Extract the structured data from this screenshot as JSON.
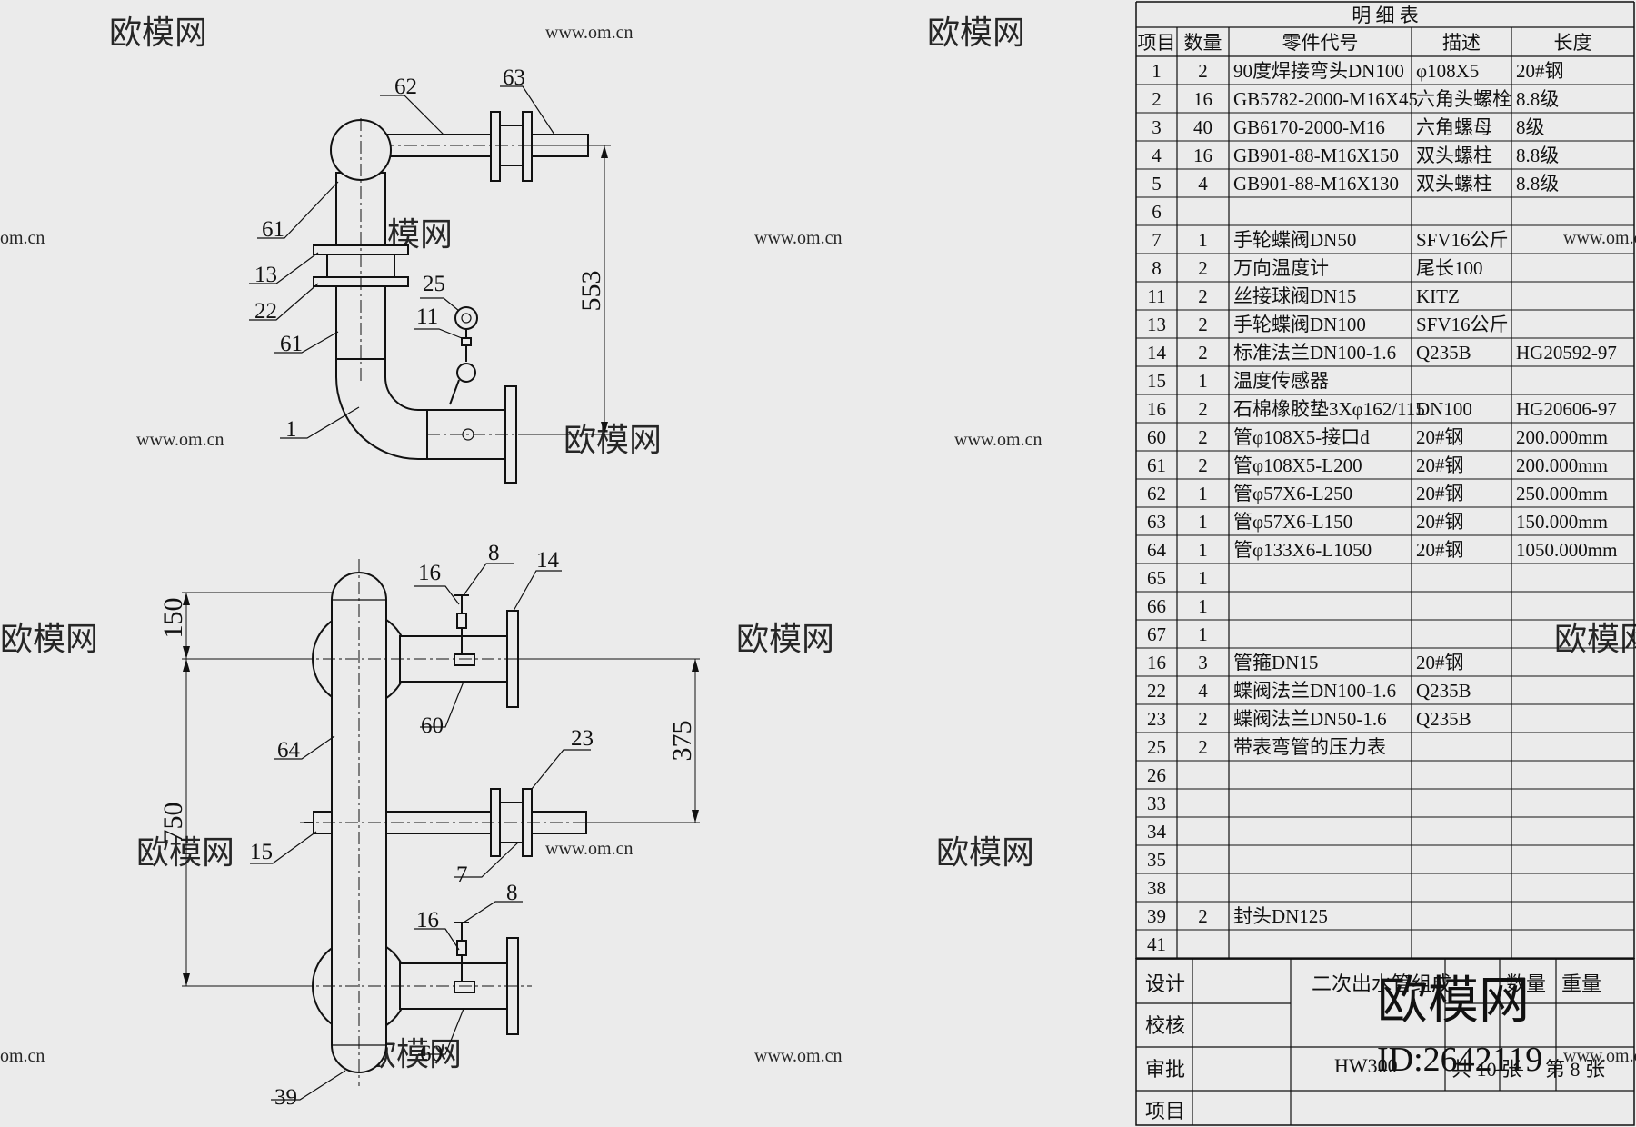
{
  "watermark": {
    "brand": "欧模网",
    "site": "www.om.cn",
    "site_short": "om.cn",
    "id": "ID:2642119"
  },
  "table": {
    "title": "明  细  表",
    "headers": [
      "项目",
      "数量",
      "零件代号",
      "描述",
      "长度"
    ],
    "rows": [
      [
        "1",
        "2",
        "90度焊接弯头DN100",
        "φ108X5",
        "20#钢"
      ],
      [
        "2",
        "16",
        "GB5782-2000-M16X45",
        "六角头螺栓",
        "8.8级"
      ],
      [
        "3",
        "40",
        "GB6170-2000-M16",
        "六角螺母",
        "8级"
      ],
      [
        "4",
        "16",
        "GB901-88-M16X150",
        "双头螺柱",
        "8.8级"
      ],
      [
        "5",
        "4",
        "GB901-88-M16X130",
        "双头螺柱",
        "8.8级"
      ],
      [
        "6",
        "",
        "",
        "",
        ""
      ],
      [
        "7",
        "1",
        "手轮蝶阀DN50",
        "SFV16公斤",
        ""
      ],
      [
        "8",
        "2",
        "万向温度计",
        "尾长100",
        ""
      ],
      [
        "11",
        "2",
        "丝接球阀DN15",
        "KITZ",
        ""
      ],
      [
        "13",
        "2",
        "手轮蝶阀DN100",
        "SFV16公斤",
        ""
      ],
      [
        "14",
        "2",
        "标准法兰DN100-1.6",
        "Q235B",
        "HG20592-97"
      ],
      [
        "15",
        "1",
        "温度传感器",
        "",
        ""
      ],
      [
        "16",
        "2",
        "石棉橡胶垫3Xφ162/115",
        "DN100",
        "HG20606-97"
      ],
      [
        "60",
        "2",
        "管φ108X5-接口d",
        "20#钢",
        "200.000mm"
      ],
      [
        "61",
        "2",
        "管φ108X5-L200",
        "20#钢",
        "200.000mm"
      ],
      [
        "62",
        "1",
        "管φ57X6-L250",
        "20#钢",
        "250.000mm"
      ],
      [
        "63",
        "1",
        "管φ57X6-L150",
        "20#钢",
        "150.000mm"
      ],
      [
        "64",
        "1",
        "管φ133X6-L1050",
        "20#钢",
        "1050.000mm"
      ],
      [
        "65",
        "1",
        "",
        "",
        ""
      ],
      [
        "66",
        "1",
        "",
        "",
        ""
      ],
      [
        "67",
        "1",
        "",
        "",
        ""
      ],
      [
        "16",
        "3",
        "管箍DN15",
        "20#钢",
        ""
      ],
      [
        "22",
        "4",
        "蝶阀法兰DN100-1.6",
        "Q235B",
        ""
      ],
      [
        "23",
        "2",
        "蝶阀法兰DN50-1.6",
        "Q235B",
        ""
      ],
      [
        "25",
        "2",
        "带表弯管的压力表",
        "",
        ""
      ],
      [
        "26",
        "",
        "",
        "",
        ""
      ],
      [
        "33",
        "",
        "",
        "",
        ""
      ],
      [
        "34",
        "",
        "",
        "",
        ""
      ],
      [
        "35",
        "",
        "",
        "",
        ""
      ],
      [
        "38",
        "",
        "",
        "",
        ""
      ],
      [
        "39",
        "2",
        "封头DN125",
        "",
        ""
      ],
      [
        "41",
        "",
        "",
        "",
        ""
      ]
    ]
  },
  "title_block": {
    "design": "设计",
    "check": "校核",
    "approve": "审批",
    "project": "项目",
    "drawing_name": "二次出水管组成",
    "qty_label": "数量",
    "weight_label": "重量",
    "code": "HW300",
    "total_sheets": "共 10 张",
    "sheet_no": "第 8 张"
  },
  "top_view": {
    "labels": {
      "p62": "62",
      "p63": "63",
      "p61a": "61",
      "p13": "13",
      "p22": "22",
      "p25": "25",
      "p11": "11",
      "p61b": "61",
      "p1": "1"
    },
    "dim_553": "553"
  },
  "front_view": {
    "labels": {
      "p16a": "16",
      "p8a": "8",
      "p14": "14",
      "p60a": "60",
      "p64": "64",
      "p23": "23",
      "p15": "15",
      "p7": "7",
      "p16b": "16",
      "p8b": "8",
      "p60b": "60",
      "p39": "39"
    },
    "dim_150": "150",
    "dim_375": "375",
    "dim_750": "750"
  }
}
